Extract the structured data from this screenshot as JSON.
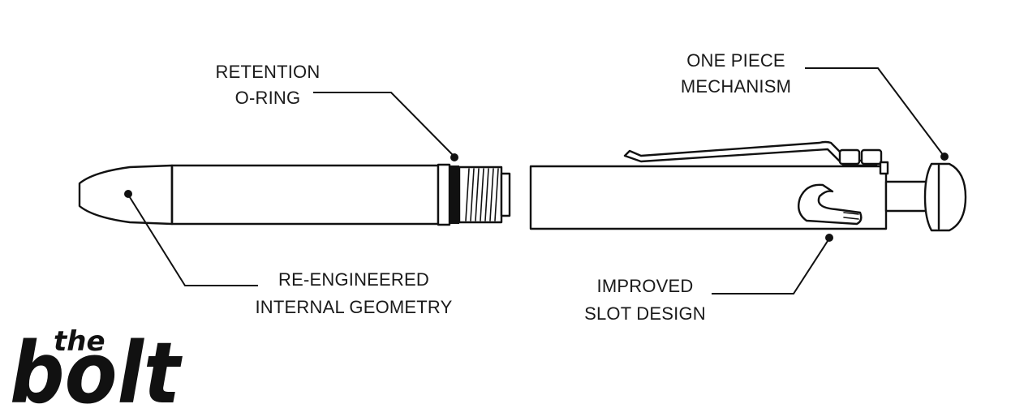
{
  "labels": {
    "retention_line1": "RETENTION",
    "retention_line2": "O-RING",
    "mechanism_line1": "ONE PIECE",
    "mechanism_line2": "MECHANISM",
    "geometry_line1": "RE-ENGINEERED",
    "geometry_line2": "INTERNAL GEOMETRY",
    "slot_line1": "IMPROVED",
    "slot_line2": "SLOT DESIGN"
  },
  "logo": {
    "small_word": "the",
    "big_word": "bolt"
  },
  "colors": {
    "ink": "#111111",
    "background": "#ffffff"
  }
}
